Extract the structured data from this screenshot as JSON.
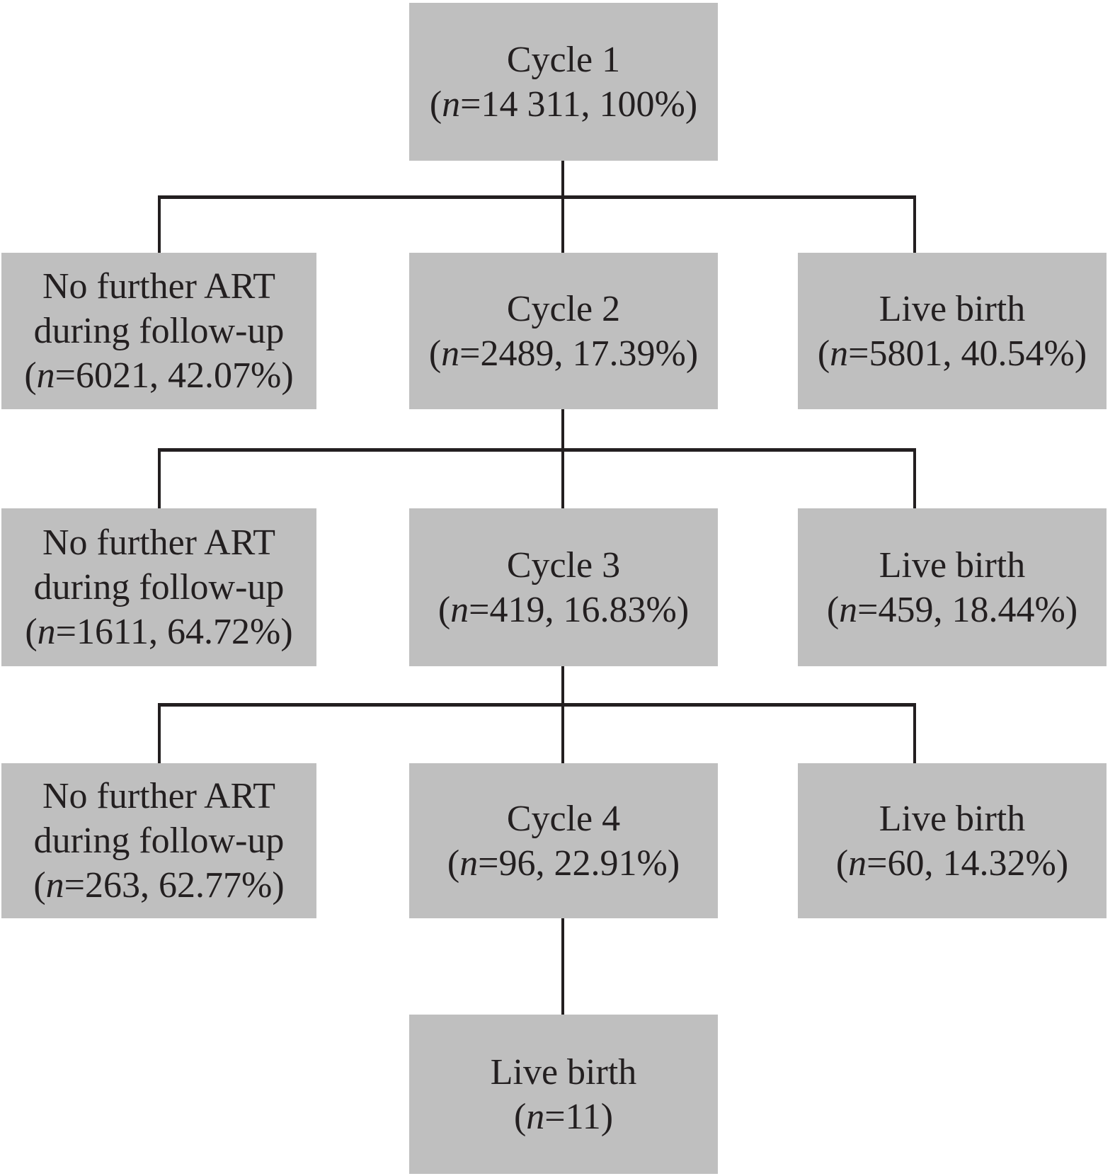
{
  "diagram": {
    "type": "flowchart",
    "background_color": "#ffffff",
    "box_fill_color": "#bfbfbf",
    "text_color": "#231f20",
    "connector_color": "#231f20",
    "nodes": {
      "cycle1": {
        "line1": "Cycle 1",
        "stat": {
          "open": "(",
          "var": "n",
          "rest": "=14 311, 100%)"
        }
      },
      "no_art_1": {
        "line1": "No further ART",
        "line2": "during follow-up",
        "stat": {
          "open": "(",
          "var": "n",
          "rest": "=6021, 42.07%)"
        }
      },
      "cycle2": {
        "line1": "Cycle 2",
        "stat": {
          "open": "(",
          "var": "n",
          "rest": "=2489, 17.39%)"
        }
      },
      "live_birth_1": {
        "line1": "Live birth",
        "stat": {
          "open": "(",
          "var": "n",
          "rest": "=5801, 40.54%)"
        }
      },
      "no_art_2": {
        "line1": "No further ART",
        "line2": "during follow-up",
        "stat": {
          "open": "(",
          "var": "n",
          "rest": "=1611, 64.72%)"
        }
      },
      "cycle3": {
        "line1": "Cycle 3",
        "stat": {
          "open": "(",
          "var": "n",
          "rest": "=419, 16.83%)"
        }
      },
      "live_birth_2": {
        "line1": "Live birth",
        "stat": {
          "open": "(",
          "var": "n",
          "rest": "=459, 18.44%)"
        }
      },
      "no_art_3": {
        "line1": "No further ART",
        "line2": "during follow-up",
        "stat": {
          "open": "(",
          "var": "n",
          "rest": "=263, 62.77%)"
        }
      },
      "cycle4": {
        "line1": "Cycle 4",
        "stat": {
          "open": "(",
          "var": "n",
          "rest": "=96, 22.91%)"
        }
      },
      "live_birth_3": {
        "line1": "Live birth",
        "stat": {
          "open": "(",
          "var": "n",
          "rest": "=60, 14.32%)"
        }
      },
      "live_birth_4": {
        "line1": "Live birth",
        "stat": {
          "open": "(",
          "var": "n",
          "rest": "=11)"
        }
      }
    }
  }
}
